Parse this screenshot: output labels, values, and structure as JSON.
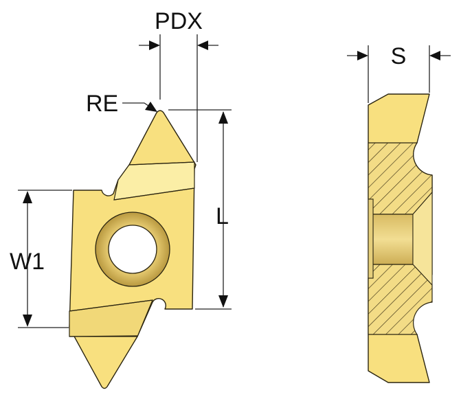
{
  "labels": {
    "pdx": "PDX",
    "re": "RE",
    "l": "L",
    "w1": "W1",
    "s": "S"
  },
  "colors": {
    "insert": "#f8e07f",
    "insert_highlight": "#fbeea6",
    "ring": "#c9a94e",
    "outline": "#2a2410"
  }
}
